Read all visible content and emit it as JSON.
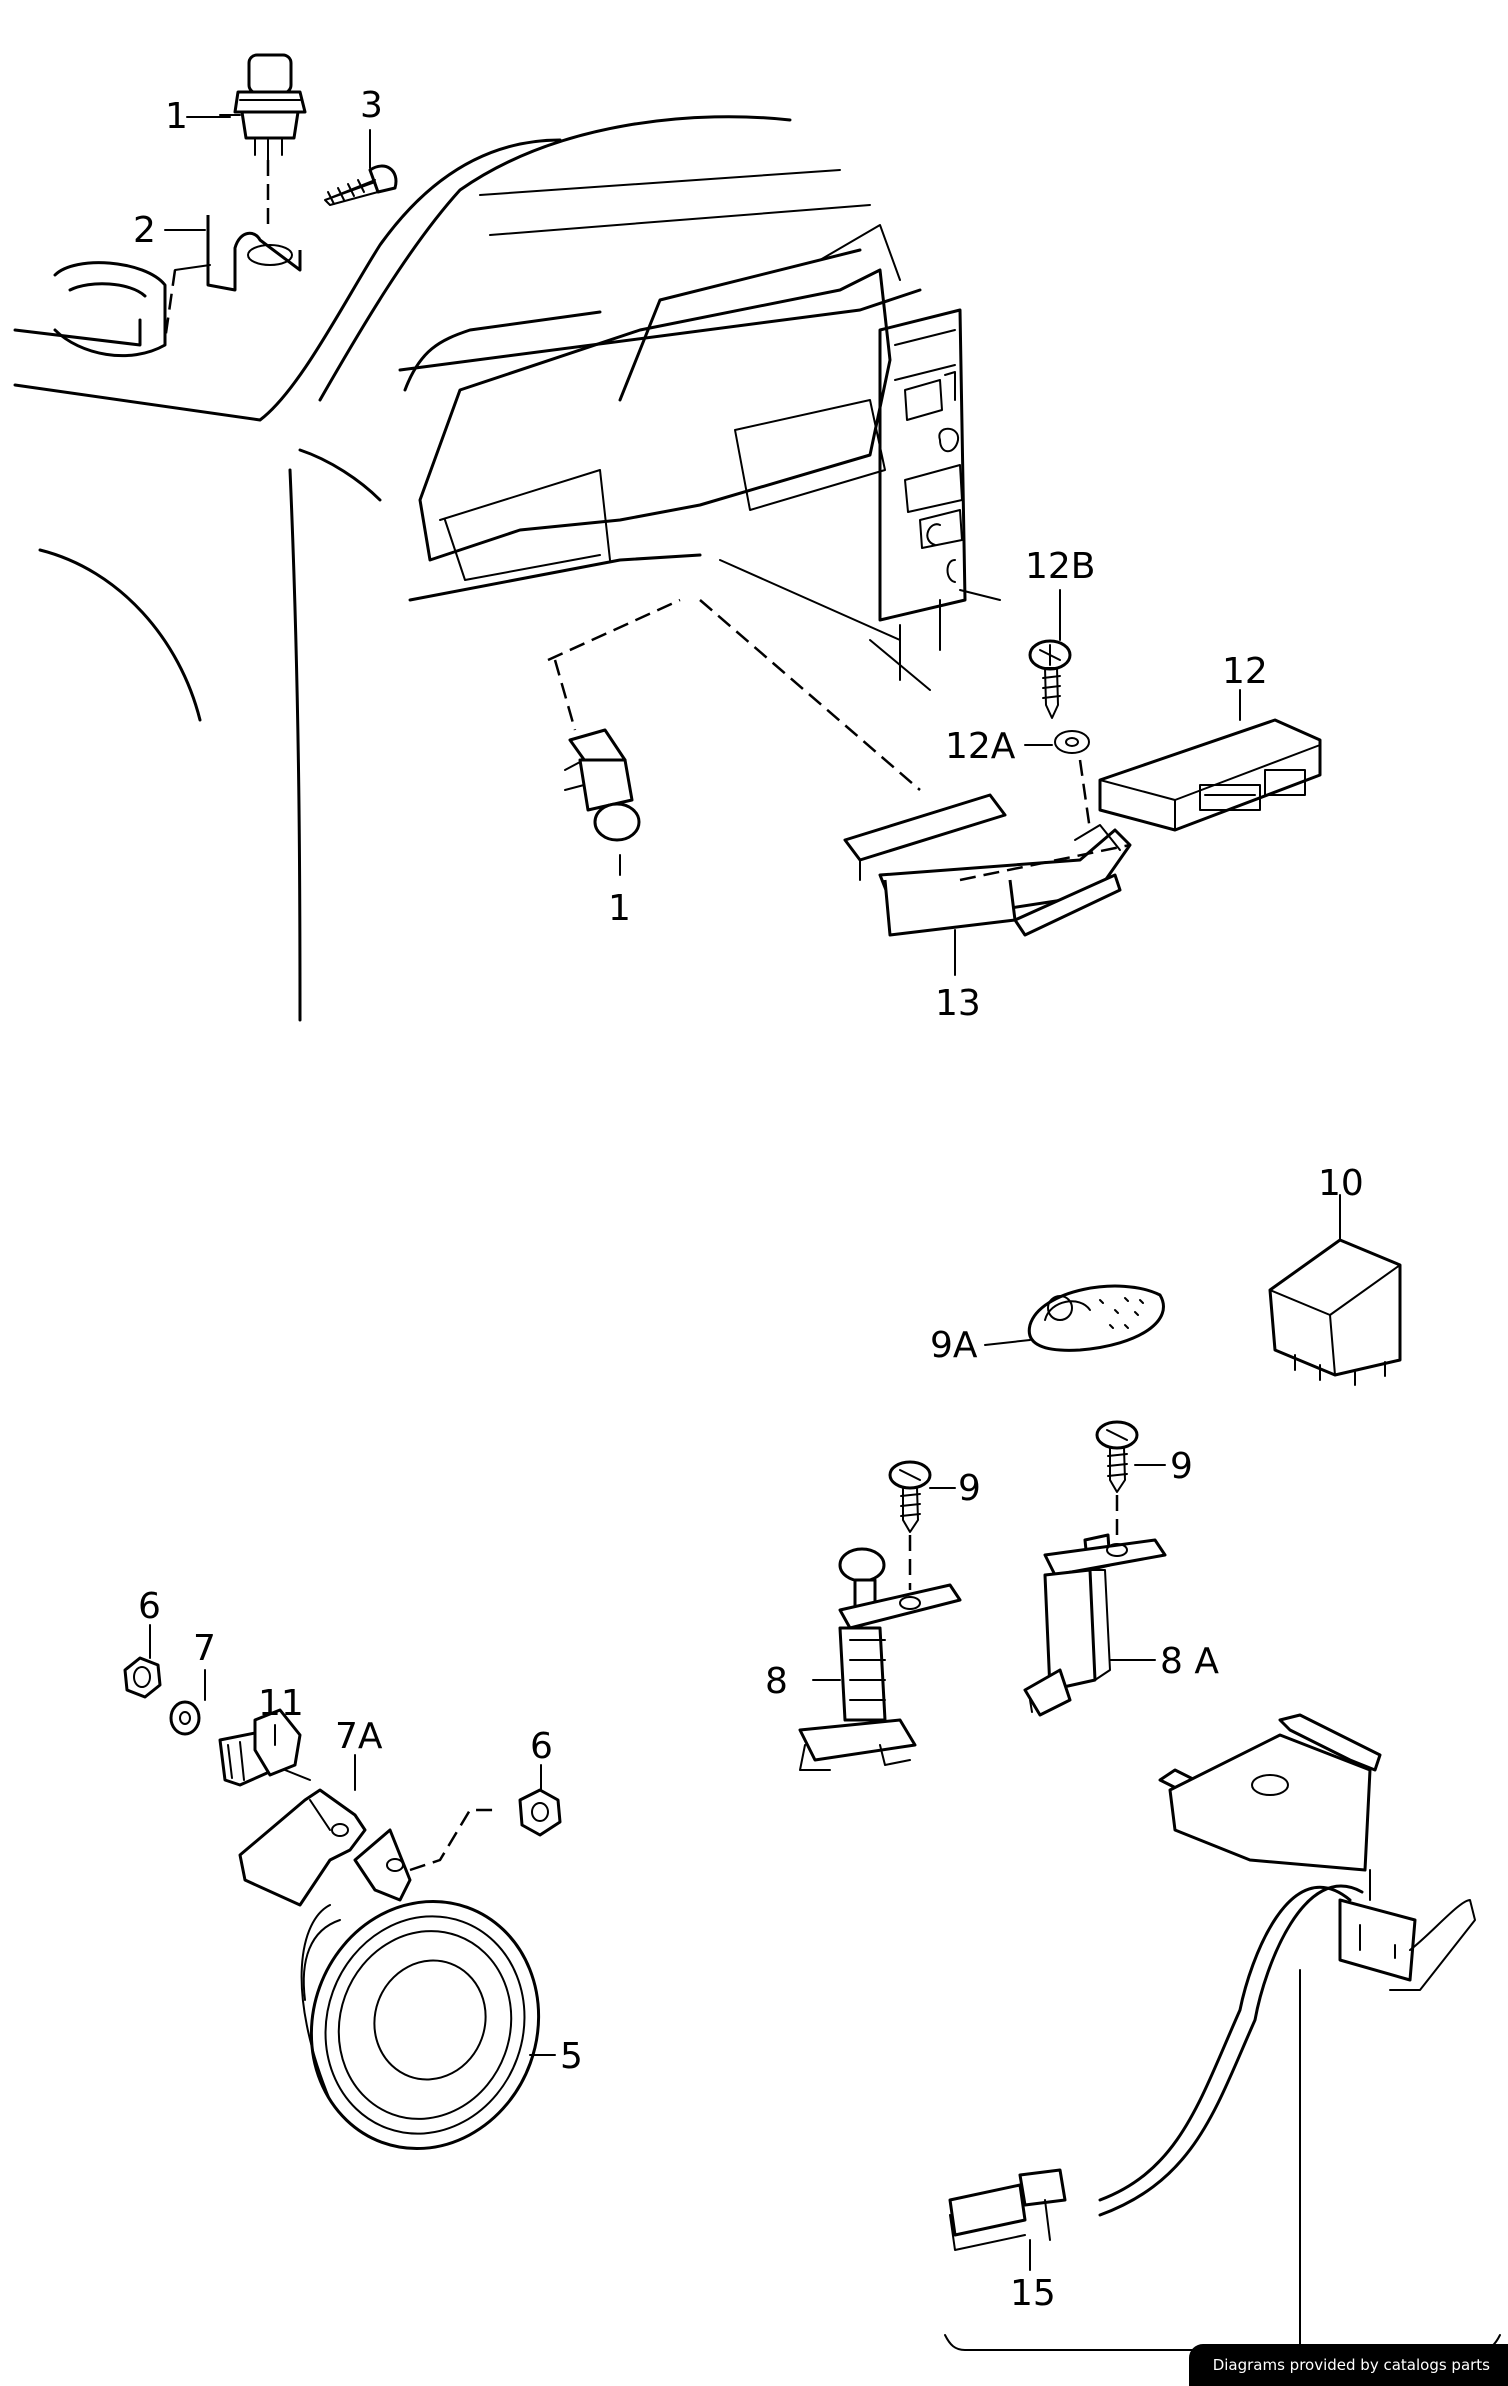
{
  "callouts": {
    "c1_top": "1",
    "c2": "2",
    "c3": "3",
    "c1_mid": "1",
    "c12B": "12B",
    "c12": "12",
    "c12A": "12A",
    "c13": "13",
    "c10": "10",
    "c9A": "9A",
    "c9_left": "9",
    "c9_right": "9",
    "c8": "8",
    "c8A": "8 A",
    "c6_left": "6",
    "c7": "7",
    "c11": "11",
    "c7A": "7A",
    "c6_right": "6",
    "c5": "5",
    "c15": "15"
  },
  "footer": {
    "credit": "Diagrams provided by catalogs parts"
  }
}
